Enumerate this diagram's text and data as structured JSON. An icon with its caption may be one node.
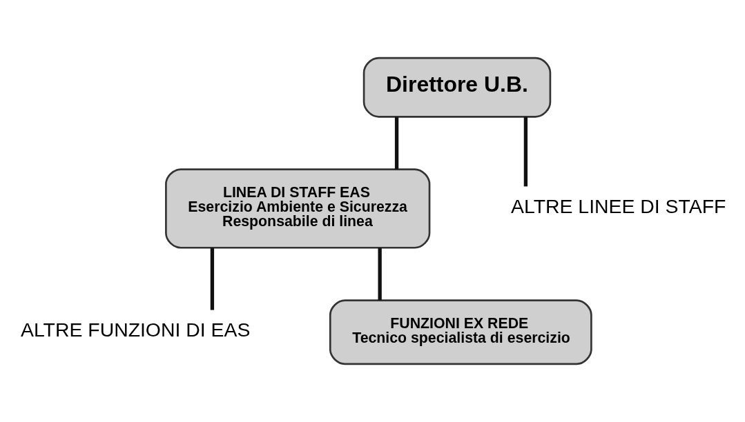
{
  "diagram": {
    "nodes": [
      {
        "text": [
          "Direttore U.B."
        ]
      },
      {
        "text": [
          "LINEA DI STAFF EAS",
          "Esercizio Ambiente e Sicurezza",
          "Responsabile di linea"
        ]
      },
      {
        "text": [
          "ALTRE LINEE DI STAFF"
        ]
      },
      {
        "text": [
          "ALTRE FUNZIONI DI EAS"
        ]
      },
      {
        "text": [
          "FUNZIONI EX REDE",
          "Tecnico specialista di esercizio"
        ]
      }
    ],
    "edges": [
      {
        "from": 0,
        "to": 1,
        "arrow": "none"
      },
      {
        "from": 0,
        "to": 2,
        "arrow": "none"
      },
      {
        "from": 1,
        "to": 3,
        "arrow": "none"
      },
      {
        "from": 1,
        "to": 4,
        "arrow": "none"
      }
    ]
  }
}
